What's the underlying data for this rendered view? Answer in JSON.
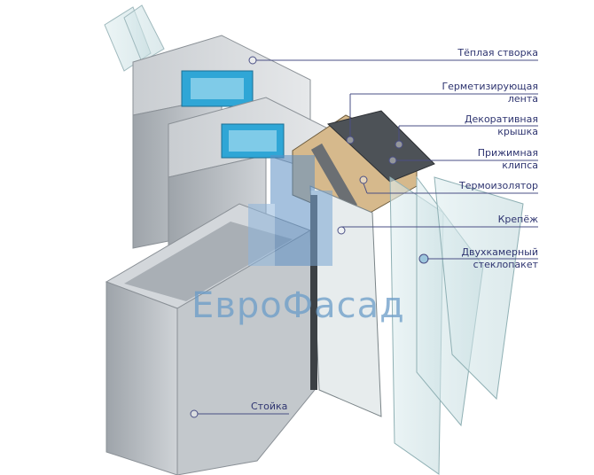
{
  "watermark": "ЕвроФасад",
  "labels": {
    "warm_sash": "Тёплая створка",
    "sealing_tape_1": "Герметизирующая",
    "sealing_tape_2": "лента",
    "decor_cap_1": "Декоративная",
    "decor_cap_2": "крышка",
    "clip_1": "Прижимная",
    "clip_2": "клипса",
    "thermo": "Термоизолятор",
    "fastener": "Крепёж",
    "glass_1": "Двухкамерный",
    "glass_2": "стеклопакет",
    "mullion": "Стойка"
  },
  "colors": {
    "label": "#2e3470",
    "leader": "#4a4f85",
    "aluminium": "#b9bec3",
    "steel": "#2fa6d6"
  }
}
